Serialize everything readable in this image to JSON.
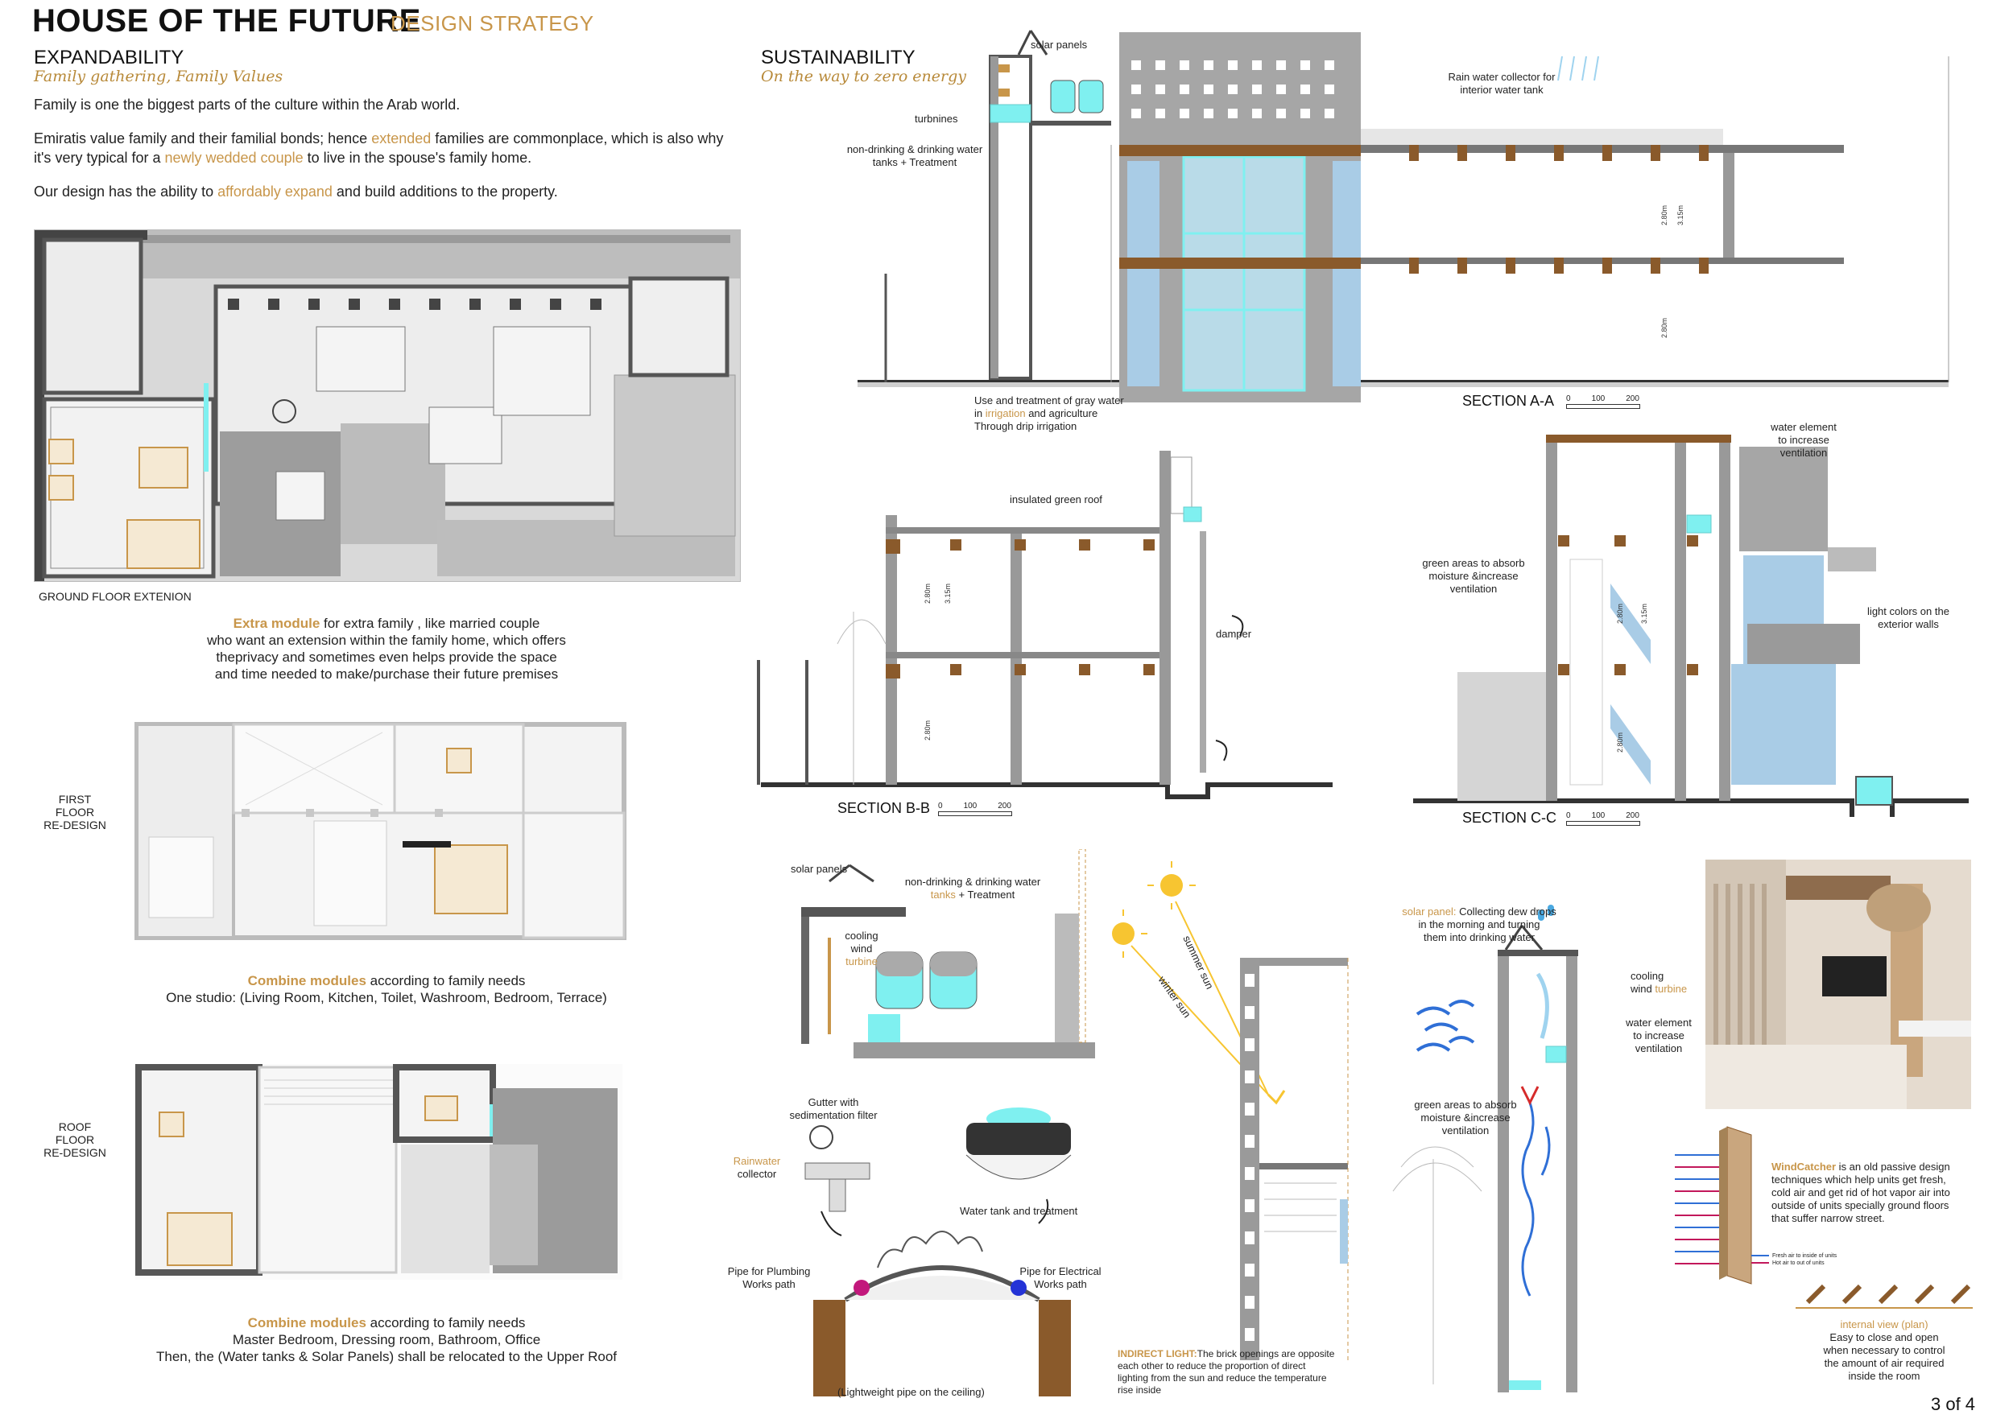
{
  "header": {
    "title": "HOUSE OF THE FUTURE",
    "subtitle": "DESIGN STRATEGY"
  },
  "expandability": {
    "heading": "EXPANDABILITY",
    "tagline": "Family gathering, Family Values",
    "p1": "Family is one the biggest parts of the culture within the Arab world.",
    "p2_a": "Emiratis value family and their familial bonds; hence ",
    "p2_b": "extended",
    "p2_c": " families are commonplace, which is also why",
    "p2_d": "it's very typical for a ",
    "p2_e": "newly wedded couple",
    "p2_f": " to live in the spouse's family home.",
    "p3_a": "Our design has the ability to ",
    "p3_b": "affordably expand",
    "p3_c": " and build additions to the property.",
    "ground_label": "GROUND FLOOR EXTENION",
    "extra_a": "Extra module",
    "extra_b": " for extra family , like married couple",
    "extra_l2": "who want an extension within the family home, which offers",
    "extra_l3": "theprivacy and sometimes even helps provide the space",
    "extra_l4": "and time needed to make/purchase their future premises",
    "first_label_1": "FIRST FLOOR",
    "first_label_2": "RE-DESIGN",
    "combine1_a": "Combine modules",
    "combine1_b": " according to family needs",
    "combine1_l2": "One studio: (Living Room, Kitchen, Toilet, Washroom, Bedroom, Terrace)",
    "roof_label_1": "ROOF FLOOR",
    "roof_label_2": "RE-DESIGN",
    "combine2_a": "Combine modules",
    "combine2_b": " according to family needs",
    "combine2_l2": "Master Bedroom, Dressing room, Bathroom, Office",
    "combine2_l3": "Then, the (Water tanks & Solar Panels) shall be relocated to the Upper Roof"
  },
  "sustainability": {
    "heading": "SUSTAINABILITY",
    "tagline": "On the way to zero energy",
    "secA": {
      "title": "SECTION A-A",
      "solar": "solar panels",
      "turbines": "turbnines",
      "tanks_1": "non-drinking & drinking water",
      "tanks_2": "tanks + Treatment",
      "rain_1": "Rain water collector for",
      "rain_2": "interior water tank",
      "gray_1": "Use and treatment of gray water",
      "gray_2a": "in ",
      "gray_2b": "irrigation",
      "gray_2c": " and agriculture",
      "gray_3": "Through drip irrigation"
    },
    "secB": {
      "title": "SECTION B-B",
      "roof": "insulated green roof",
      "damper": "damper"
    },
    "secC": {
      "title": "SECTION C-C",
      "water_1": "water element",
      "water_2": "to increase",
      "water_3": "ventilation",
      "green_1": "green areas to absorb",
      "green_2": "moisture &increase",
      "green_3": "ventilation",
      "light_1": "light colors on the",
      "light_2": "exterior walls"
    },
    "scale": {
      "s0": "0",
      "s1": "100",
      "s2": "200"
    },
    "dims": {
      "d1": "2.80m",
      "d2": "3.15m",
      "d3": "2.80m"
    },
    "detail1": {
      "solar": "solar panels",
      "tanks_1": "non-drinking & drinking water",
      "tanks_2": "tanks",
      "tanks_3": " + Treatment",
      "cool_1": "cooling",
      "cool_2": "wind ",
      "cool_3": "turbine",
      "gutter_1": "Gutter with",
      "gutter_2": "sedimentation filter",
      "rain_1": "Rainwater",
      "rain_2": "collector",
      "tank": "Water tank and treatment",
      "plumb_1": "Pipe for Plumbing",
      "plumb_2": "Works path",
      "elec_1": "Pipe for Electrical",
      "elec_2": "Works path",
      "pipe": "(Lightweight pipe on the ceiling)"
    },
    "sun": {
      "summer": "summer sun",
      "winter": "winter sun",
      "il_a": "INDIRECT LIGHT:",
      "il_b": "The brick openings are opposite",
      "il_2": "each other to reduce the proportion of direct",
      "il_3": "lighting from the sun and reduce the temperature",
      "il_4": "rise inside"
    },
    "detail3": {
      "sp_a": "solar panel:",
      "sp_b": " Collecting dew drops",
      "sp_2": "in the morning and turning",
      "sp_3": "them into drinking water",
      "cool_1": "cooling",
      "cool_2": "wind ",
      "cool_3": "turbine",
      "we_1": "water element",
      "we_2": "to increase",
      "we_3": "ventilation",
      "green_1": "green areas to absorb",
      "green_2": "moisture &increase",
      "green_3": "ventilation"
    },
    "windcatcher": {
      "wc_a": "WindCatcher",
      "wc_b": " is an old passive design",
      "wc_2": "techniques which help units get fresh,",
      "wc_3": "cold air and get rid of hot vapor air into",
      "wc_4": "outside of units specially ground floors",
      "wc_5": "that suffer narrow street.",
      "leg1": "Fresh air to inside of units",
      "leg2": "Hot air to out of units",
      "iv": "internal view (plan)",
      "iv_2": "Easy to close and open",
      "iv_3": "when necessary to control",
      "iv_4": "the amount of air required",
      "iv_5": "inside the room"
    }
  },
  "page": {
    "number": "3 of 4"
  },
  "colors": {
    "accent": "#c8964a",
    "glass": "#a9cce6",
    "water": "#7ff0f0",
    "wood": "#8a5a2b"
  }
}
